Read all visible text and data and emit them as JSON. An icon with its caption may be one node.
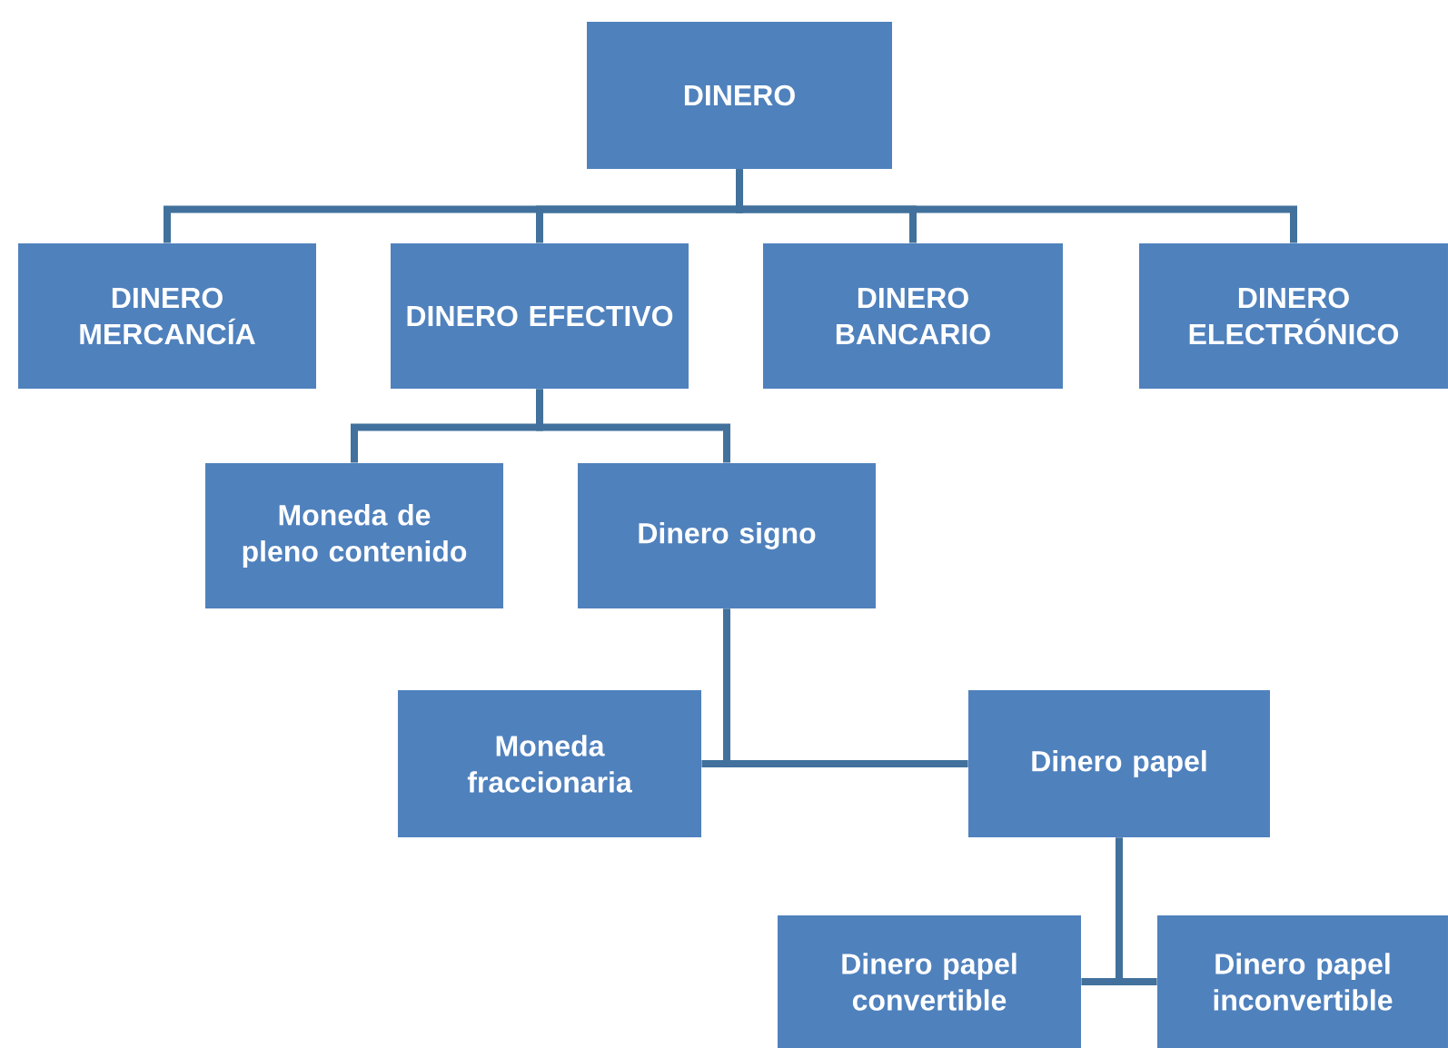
{
  "diagram": {
    "nodes": [
      {
        "text": [
          "DINERO"
        ]
      },
      {
        "text": [
          "DINERO MERCANCÍA"
        ]
      },
      {
        "text": [
          "DINERO EFECTIVO"
        ]
      },
      {
        "text": [
          "DINERO BANCARIO"
        ]
      },
      {
        "text": [
          "DINERO ELECTRÓNICO"
        ]
      },
      {
        "text": [
          "Moneda de pleno contenido"
        ]
      },
      {
        "text": [
          "Dinero signo"
        ]
      },
      {
        "text": [
          "Moneda fraccionaria"
        ]
      },
      {
        "text": [
          "Dinero papel"
        ]
      },
      {
        "text": [
          "Dinero papel convertible"
        ]
      },
      {
        "text": [
          "Dinero papel inconvertible"
        ]
      }
    ],
    "edges": [
      {
        "from": 0,
        "to": 1,
        "arrow": "none"
      },
      {
        "from": 0,
        "to": 2,
        "arrow": "none"
      },
      {
        "from": 0,
        "to": 3,
        "arrow": "none"
      },
      {
        "from": 0,
        "to": 4,
        "arrow": "none"
      },
      {
        "from": 2,
        "to": 5,
        "arrow": "none"
      },
      {
        "from": 2,
        "to": 6,
        "arrow": "none"
      },
      {
        "from": 6,
        "to": 7,
        "arrow": "none"
      },
      {
        "from": 6,
        "to": 8,
        "arrow": "none"
      },
      {
        "from": 8,
        "to": 9,
        "arrow": "none"
      },
      {
        "from": 8,
        "to": 10,
        "arrow": "none"
      }
    ]
  }
}
